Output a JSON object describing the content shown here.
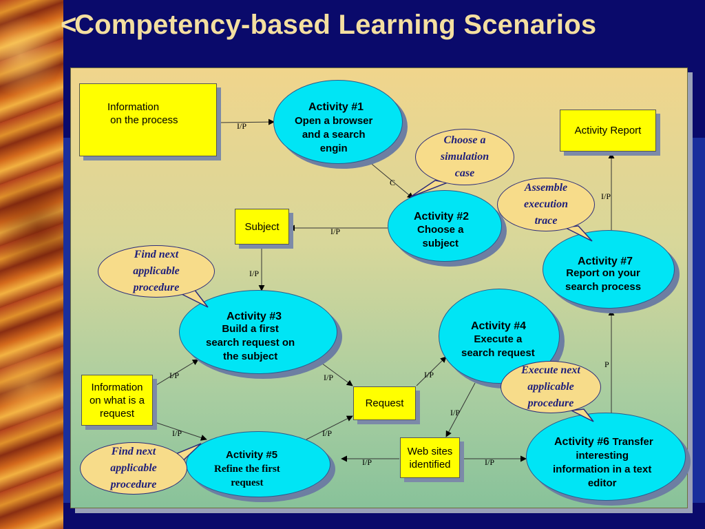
{
  "title": "Competency-based Learning Scenarios",
  "title_prefix": "<",
  "boxes": {
    "info_process": "Information\n on the process",
    "activity_report": "Activity Report",
    "subject": "Subject",
    "info_request": "Information\non what is a\nrequest",
    "request": "Request",
    "web_sites": "Web sites\nidentified"
  },
  "activities": {
    "a1": {
      "title": "Activity #1",
      "desc": "Open a browser\nand a search\nengin"
    },
    "a2": {
      "title": "Activity #2",
      "desc": "Choose a\nsubject"
    },
    "a3": {
      "title": "Activity #3",
      "desc": "Build a first\nsearch request on\nthe subject"
    },
    "a4": {
      "title": "Activity #4",
      "desc": "Execute a\nsearch request"
    },
    "a5": {
      "title": "Activity #5",
      "desc": "Refine the first\nrequest"
    },
    "a6": {
      "title": "Activity #6",
      "title_suffix": "Transfer",
      "desc": "interesting\ninformation in a text\neditor"
    },
    "a7": {
      "title": "Activity #7",
      "desc": "Report on your\nsearch process"
    }
  },
  "callouts": {
    "choose_sim": "Choose a\nsimulation\ncase",
    "assemble": "Assemble\nexecution\ntrace",
    "find_next_1": "Find next\napplicable\nprocedure",
    "execute_next": "Execute next\napplicable\nprocedure",
    "find_next_2": "Find next\napplicable\nprocedure"
  },
  "edge_labels": {
    "e1": "I/P",
    "e2": "C",
    "e3": "I/P",
    "e4": "I/P",
    "e5": "I/P",
    "e6": "I/P",
    "e7": "I/P",
    "e8": "I/P",
    "e9": "I/P",
    "e10": "I/P",
    "e11": "I/P",
    "e12": "I/P",
    "e13": "P",
    "e14": "I/P"
  },
  "colors": {
    "box": "#ffff00",
    "activity": "#00e5f5",
    "callout": "#f7dc8a",
    "title": "#f4dfa0"
  }
}
